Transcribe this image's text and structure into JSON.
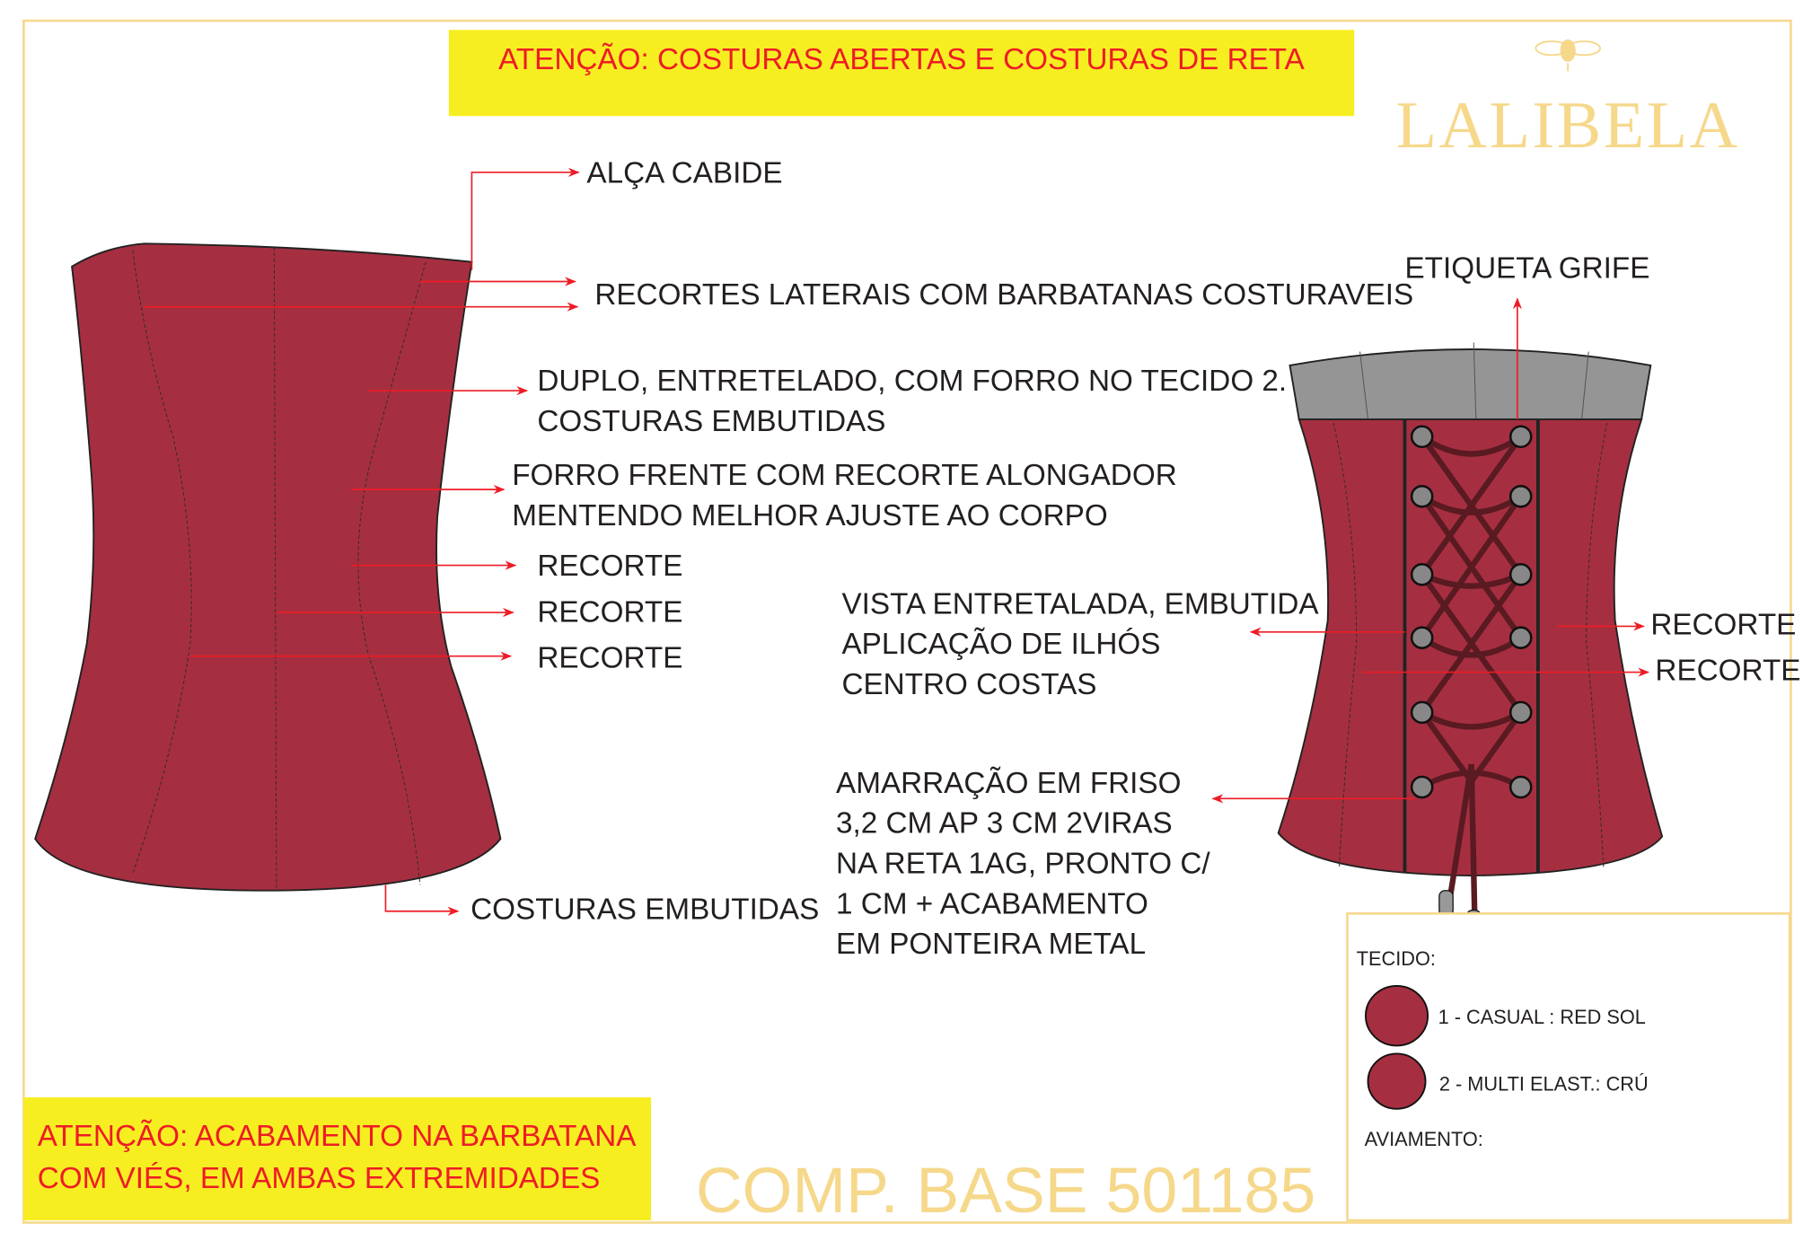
{
  "colors": {
    "fabric": "#a52f40",
    "accent_red": "#ee1c25",
    "highlight": "#f7ee22",
    "brand_gold": "#f6d88b",
    "band_gray": "#959595"
  },
  "top_banner": "ATENÇÃO: COSTURAS ABERTAS E COSTURAS DE RETA",
  "brand": "LALIBELA",
  "front_labels": {
    "alca": "ALÇA CABIDE",
    "recortes_laterais": "RECORTES LATERAIS COM BARBATANAS COSTURAVEIS",
    "duplo_1": "DUPLO, ENTRETELADO, COM FORRO NO TECIDO 2.",
    "duplo_2": "COSTURAS EMBUTIDAS",
    "forro_1": "FORRO FRENTE COM RECORTE ALONGADOR",
    "forro_2": "MENTENDO MELHOR AJUSTE AO CORPO",
    "recorte_1": "RECORTE",
    "recorte_2": "RECORTE",
    "recorte_3": "RECORTE",
    "costuras": "COSTURAS EMBUTIDAS"
  },
  "back_labels": {
    "etiqueta": "ETIQUETA GRIFE",
    "vista_1": "VISTA ENTRETALADA, EMBUTIDA",
    "vista_2": "APLICAÇÃO DE ILHÓS",
    "vista_3": "CENTRO COSTAS",
    "recorte_1": "RECORTE",
    "recorte_2": "RECORTE",
    "amarracao": [
      "AMARRAÇÃO EM FRISO",
      "3,2 CM AP 3 CM 2VIRAS",
      "NA RETA 1AG, PRONTO C/",
      "1 CM +  ACABAMENTO",
      "EM PONTEIRA METAL"
    ]
  },
  "bottom_warning": [
    "ATENÇÃO: ACABAMENTO NA BARBATANA",
    "COM VIÉS, EM AMBAS EXTREMIDADES"
  ],
  "comp_base": "COMP. BASE 501185",
  "legend": {
    "tecido_title": "TECIDO:",
    "fabrics": [
      {
        "label": "1 - CASUAL : RED SOL",
        "color": "#a52f40"
      },
      {
        "label": "2 - MULTI ELAST.: CRÚ",
        "color": "#a52f40"
      }
    ],
    "aviamento_title": "AVIAMENTO:"
  }
}
